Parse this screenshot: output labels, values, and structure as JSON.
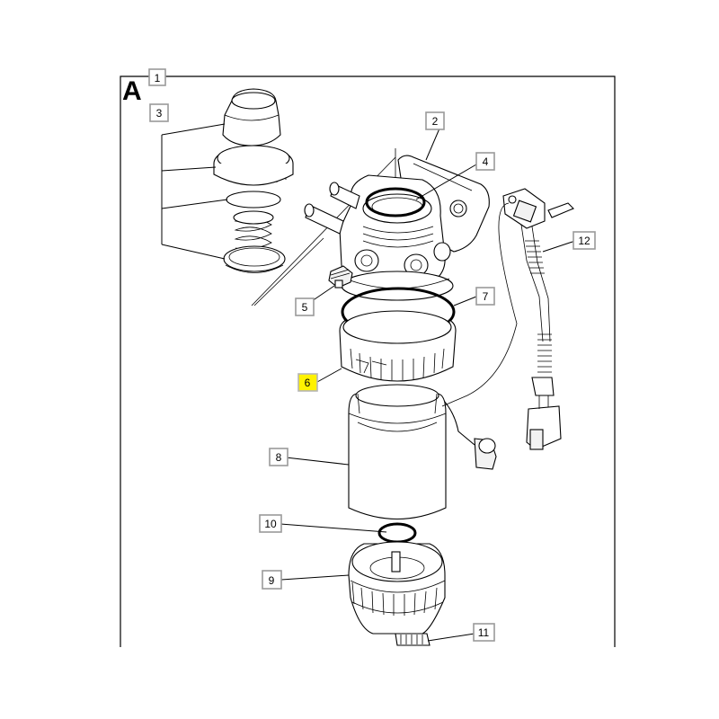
{
  "view_letter": "A",
  "callouts": [
    {
      "id": "c1",
      "label": "1",
      "highlighted": false
    },
    {
      "id": "c2",
      "label": "2",
      "highlighted": false
    },
    {
      "id": "c3",
      "label": "3",
      "highlighted": false
    },
    {
      "id": "c4",
      "label": "4",
      "highlighted": false
    },
    {
      "id": "c5",
      "label": "5",
      "highlighted": false
    },
    {
      "id": "c6",
      "label": "6",
      "highlighted": true
    },
    {
      "id": "c7",
      "label": "7",
      "highlighted": false
    },
    {
      "id": "c8",
      "label": "8",
      "highlighted": false
    },
    {
      "id": "c9",
      "label": "9",
      "highlighted": false
    },
    {
      "id": "c10",
      "label": "10",
      "highlighted": false
    },
    {
      "id": "c11",
      "label": "11",
      "highlighted": false
    },
    {
      "id": "c12",
      "label": "12",
      "highlighted": false
    }
  ],
  "colors": {
    "highlight": "#fff200",
    "box_border": "#9a9a9a",
    "line": "#000000"
  }
}
